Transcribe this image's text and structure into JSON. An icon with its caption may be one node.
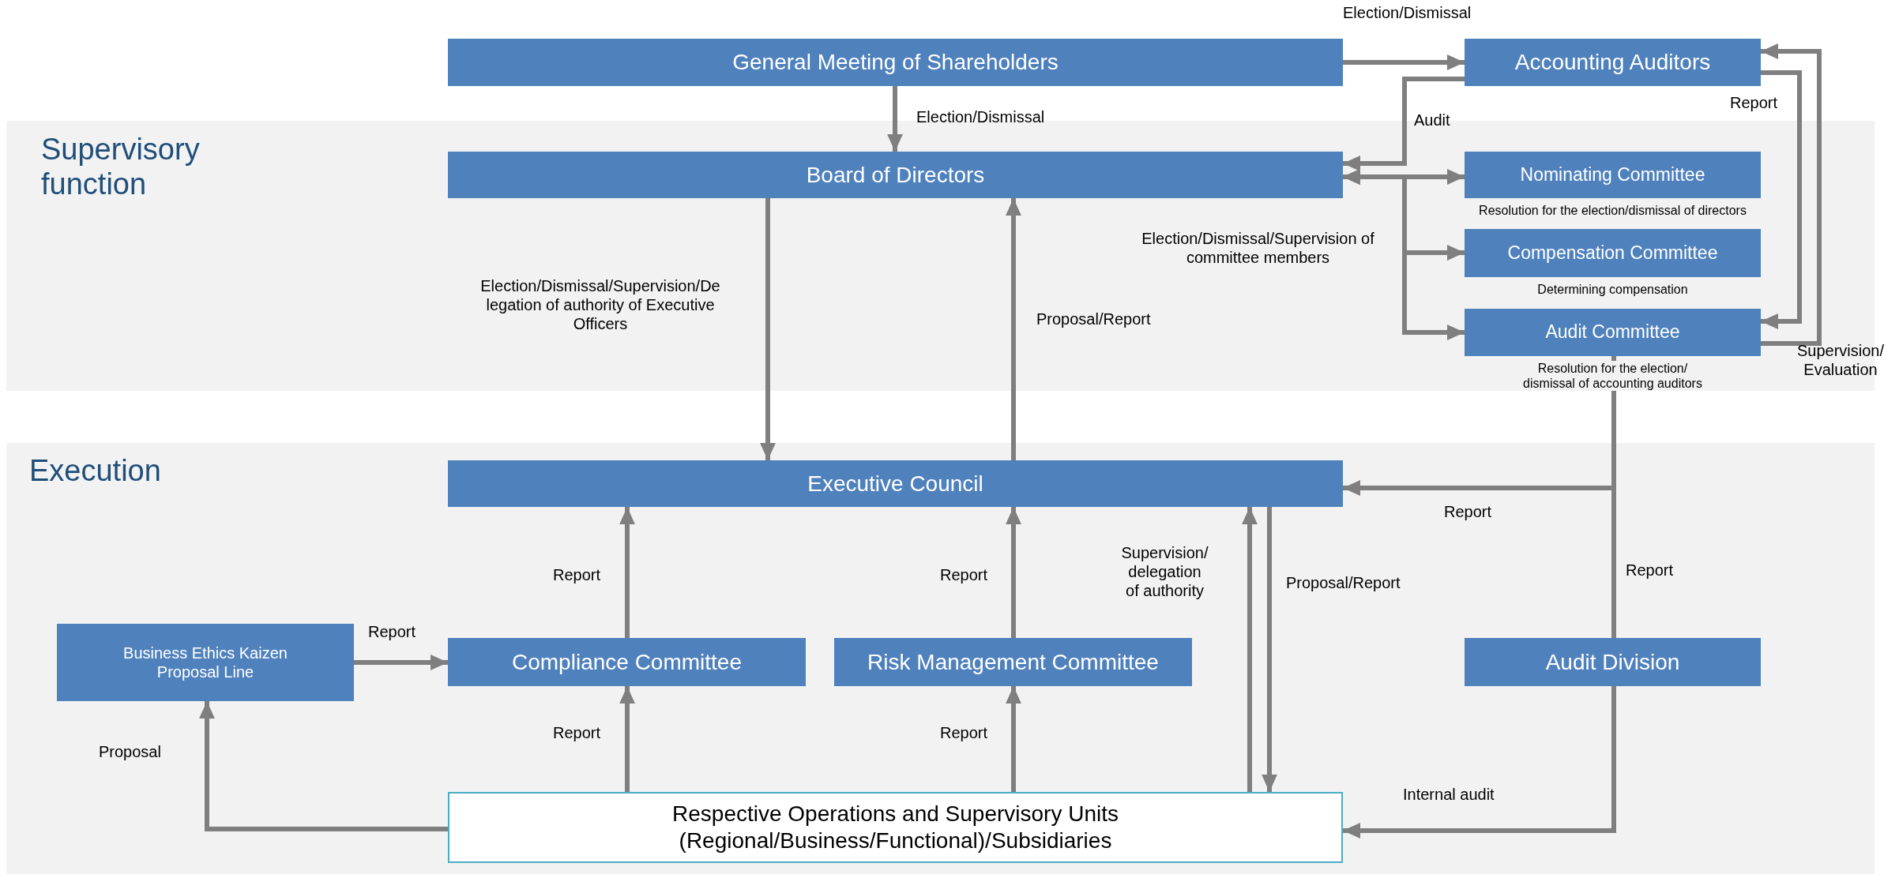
{
  "diagram": {
    "nodes": [
      {
        "text": [
          "Supervisory function"
        ]
      },
      {
        "text": [
          "General Meeting of Shareholders"
        ]
      },
      {
        "text": [
          "Accounting Auditors"
        ]
      },
      {
        "text": [
          "Board of Directors"
        ],
        "in": 0
      },
      {
        "text": [
          "Nominating Committee"
        ],
        "in": 0,
        "beside": [
          "Resolution for the election/dismissal of directors"
        ]
      },
      {
        "text": [
          "Compensation Committee"
        ],
        "in": 0,
        "beside": [
          "Determining compensation"
        ]
      },
      {
        "text": [
          "Audit Committee"
        ],
        "in": 0,
        "beside": [
          "Resolution for the election/ dismissal of accounting auditors"
        ]
      },
      {
        "text": [
          "Execution"
        ]
      },
      {
        "text": [
          "Executive Council"
        ],
        "in": 7
      },
      {
        "text": [
          "Business Ethics Kaizen Proposal Line"
        ],
        "in": 7
      },
      {
        "text": [
          "Compliance Committee"
        ],
        "in": 7
      },
      {
        "text": [
          "Risk Management Committee"
        ],
        "in": 7
      },
      {
        "text": [
          "Audit Division"
        ],
        "in": 7
      },
      {
        "text": [
          "Respective Operations and Supervisory Units (Regional/Business/Functional)/Subsidiaries"
        ],
        "in": 7
      }
    ],
    "edges": [
      {
        "from": 1,
        "to": 3,
        "arrow": "to",
        "label": "Election/Dismissal"
      },
      {
        "from": 1,
        "to": 2,
        "arrow": "to",
        "label": "Election/Dismissal"
      },
      {
        "from": 2,
        "to": 3,
        "arrow": "to",
        "label": "Audit"
      },
      {
        "from": 3,
        "to": 4,
        "arrow": "both"
      },
      {
        "from": 3,
        "to": 5,
        "arrow": "both",
        "label": "Election/Dismissal/Supervision of committee members"
      },
      {
        "from": 3,
        "to": 6,
        "arrow": "both"
      },
      {
        "from": 2,
        "to": 6,
        "arrow": "to",
        "label": "Report"
      },
      {
        "from": 6,
        "to": 2,
        "arrow": "to",
        "label": "Supervision/ Evaluation"
      },
      {
        "from": 3,
        "to": 8,
        "arrow": "to",
        "label": "Election/Dismissal/Supervision/De legation of authority of Executive Officers"
      },
      {
        "from": 8,
        "to": 3,
        "arrow": "to",
        "label": "Proposal/Report"
      },
      {
        "from": 10,
        "to": 8,
        "arrow": "to",
        "label": "Report"
      },
      {
        "from": 11,
        "to": 8,
        "arrow": "to",
        "label": "Report"
      },
      {
        "from": 13,
        "to": 10,
        "arrow": "to",
        "label": "Report"
      },
      {
        "from": 13,
        "to": 11,
        "arrow": "to",
        "label": "Report"
      },
      {
        "from": 13,
        "to": 8,
        "arrow": "to",
        "label": "Supervision/ delegation of authority"
      },
      {
        "from": 8,
        "to": 13,
        "arrow": "to",
        "label": "Proposal/Report"
      },
      {
        "from": 9,
        "to": 10,
        "arrow": "to",
        "label": "Report"
      },
      {
        "from": 13,
        "to": 9,
        "arrow": "to",
        "label": "Proposal"
      },
      {
        "from": 12,
        "to": 8,
        "arrow": "to",
        "label": "Report"
      },
      {
        "from": 12,
        "to": 6,
        "arrow": "to",
        "label": "Report"
      },
      {
        "from": 12,
        "to": 13,
        "arrow": "to",
        "label": "Internal audit"
      }
    ]
  }
}
